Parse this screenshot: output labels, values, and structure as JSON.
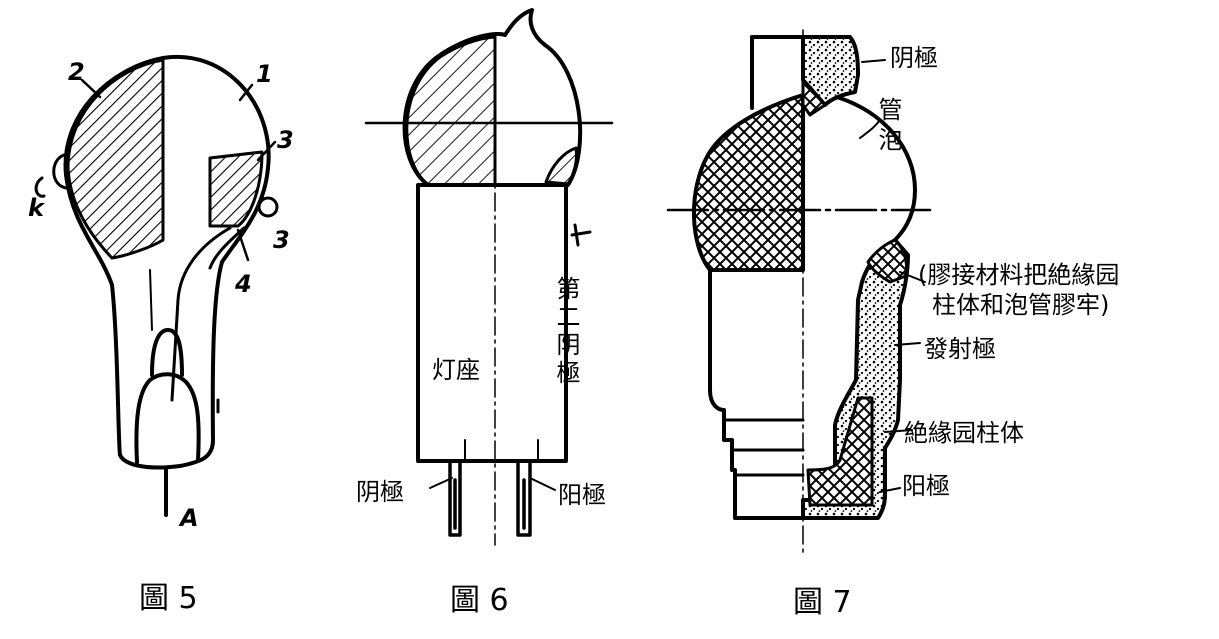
{
  "figure5": {
    "caption": "圖 5",
    "labels": {
      "n1": "1",
      "n2": "2",
      "n3a": "3",
      "n3b": "3",
      "n4": "4",
      "k": "k",
      "a": "A"
    }
  },
  "figure6": {
    "caption": "圖 6",
    "base_label": "灯座",
    "second_cathode_label": "第二阴極",
    "cathode_label": "阴極",
    "anode_label": "阳極"
  },
  "figure7": {
    "caption": "圖 7",
    "cathode_label": "阴極",
    "bulb_label": "管泡",
    "glue_note_line1": "(膠接材料把絶緣园",
    "glue_note_line2": "柱体和泡管膠牢)",
    "emitter_label": "發射極",
    "insulator_label": "絶緣园柱体",
    "anode_label": "阳極"
  },
  "colors": {
    "ink": "#000000",
    "paper": "#ffffff"
  }
}
